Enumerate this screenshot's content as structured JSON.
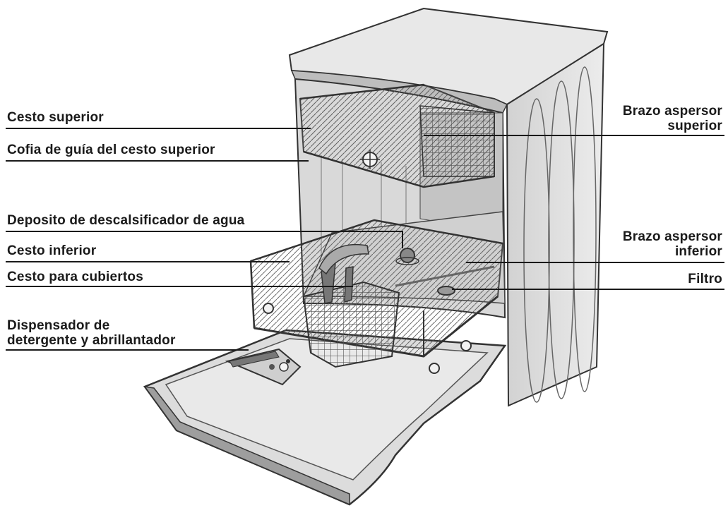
{
  "labels": {
    "cesto_superior": "Cesto superior",
    "cofia": "Cofia de guía del cesto superior",
    "deposito": "Deposito de descalsificador de agua",
    "cesto_inferior": "Cesto inferior",
    "cesto_cubiertos": "Cesto para cubiertos",
    "dispensador_1": "Dispensador de",
    "dispensador_2": "detergente y abrillantador",
    "brazo_sup_1": "Brazo aspersor",
    "brazo_sup_2": "superior",
    "brazo_inf_1": "Brazo aspersor",
    "brazo_inf_2": "inferior",
    "filtro": "Filtro"
  },
  "colors": {
    "line": "#1a1a1a",
    "body_light": "#e6e6e6",
    "body_mid": "#cfcfcf",
    "body_dark": "#9a9a9a",
    "outline": "#333333"
  }
}
